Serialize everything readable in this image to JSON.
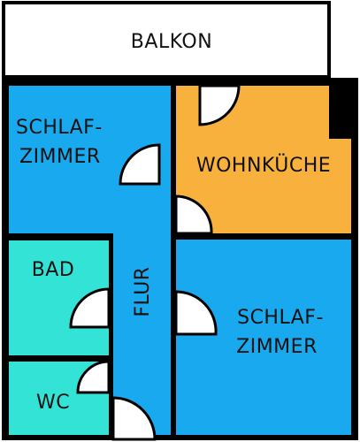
{
  "plan": {
    "rooms": {
      "balkon": {
        "label": "BALKON",
        "color": "#ffffff"
      },
      "schlafzimmer_1": {
        "label_line1": "SCHLAF-",
        "label_line2": "ZIMMER",
        "color": "#19a9ef"
      },
      "wohnkueche": {
        "label": "WOHNKÜCHE",
        "color": "#f7b13c"
      },
      "bad": {
        "label": "BAD",
        "color": "#33e3d6"
      },
      "flur": {
        "label": "FLUR",
        "color": "#19a9ef"
      },
      "schlafzimmer_2": {
        "label_line1": "SCHLAF-",
        "label_line2": "ZIMMER",
        "color": "#19a9ef"
      },
      "wc": {
        "label": "WC",
        "color": "#33e3d6"
      }
    },
    "wall_color": "#000000",
    "door_color": "#ffffff"
  }
}
